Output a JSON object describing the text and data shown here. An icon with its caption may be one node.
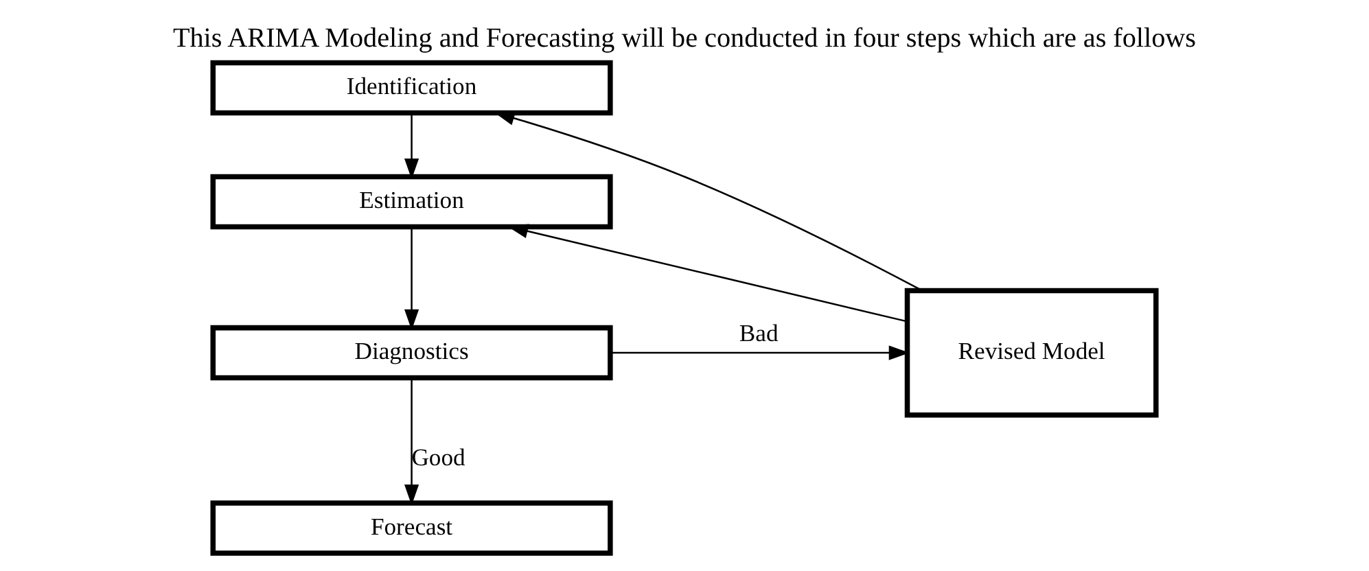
{
  "diagram": {
    "title": "This ARIMA Modeling and Forecasting will be conducted in four steps which are as follows",
    "nodes": [
      {
        "text": [
          "Identification"
        ]
      },
      {
        "text": [
          "Estimation"
        ]
      },
      {
        "text": [
          "Diagnostics"
        ]
      },
      {
        "text": [
          "Forecast"
        ]
      },
      {
        "text": [
          "Revised Model"
        ]
      }
    ],
    "edges": [
      {
        "from": 0,
        "to": 1,
        "arrow": "to"
      },
      {
        "from": 1,
        "to": 2,
        "arrow": "to"
      },
      {
        "from": 2,
        "to": 4,
        "arrow": "to",
        "label": "Bad"
      },
      {
        "from": 2,
        "to": 3,
        "arrow": "to",
        "label": "Good"
      },
      {
        "from": 4,
        "to": 1,
        "arrow": "to"
      },
      {
        "from": 4,
        "to": 0,
        "arrow": "to"
      }
    ]
  }
}
